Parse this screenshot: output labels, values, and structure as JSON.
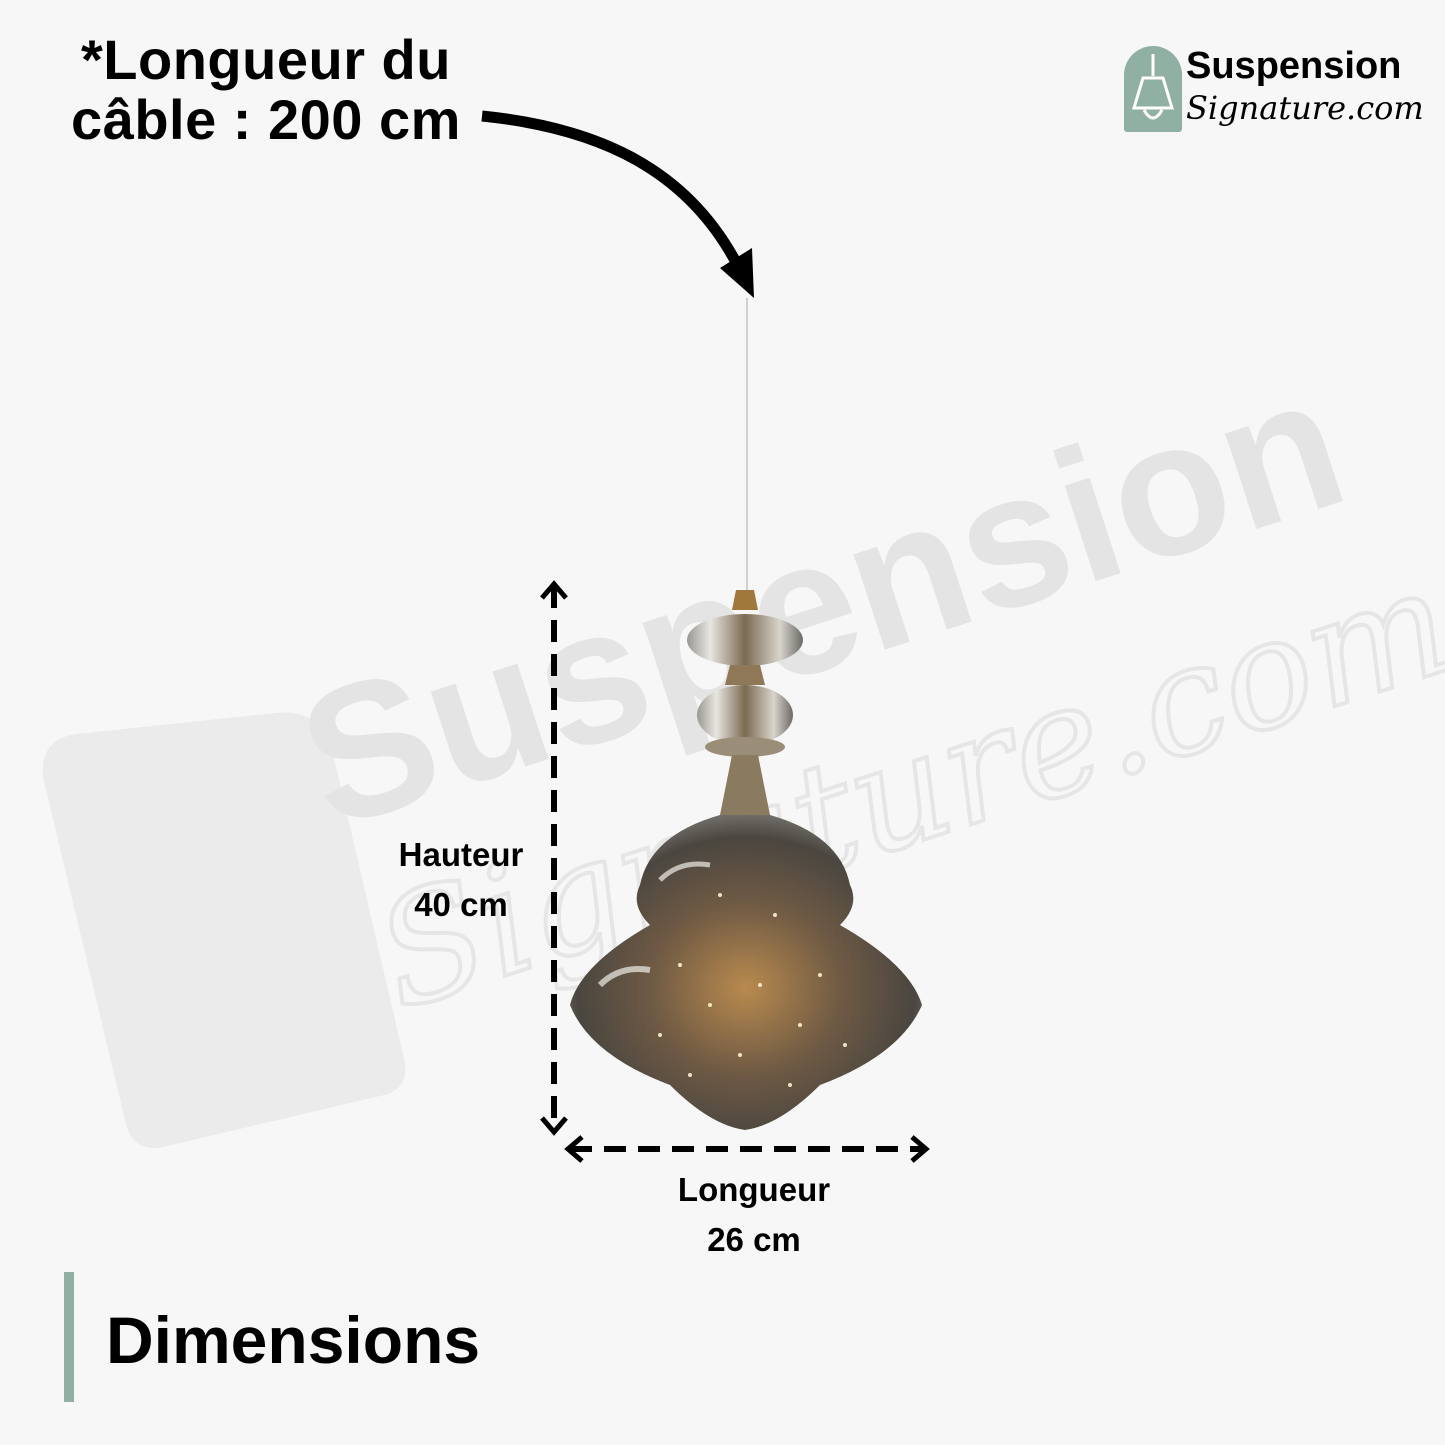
{
  "cable_note": {
    "line1": "*Longueur du",
    "line2": "câble : 200 cm"
  },
  "logo": {
    "icon": "pendant-lamp-icon",
    "word1": "Suspension",
    "word2": "Signature.com",
    "badge_color": "#8fb0a3"
  },
  "watermark": {
    "word1": "Suspension",
    "word2": "Signature.com"
  },
  "dimensions": {
    "height_label": "Hauteur",
    "height_value": "40 cm",
    "length_label": "Longueur",
    "length_value": "26 cm"
  },
  "section": {
    "title": "Dimensions",
    "accent_color": "#8fb0a3"
  },
  "product": {
    "image": "smoked-glass-pendant-lamp"
  }
}
